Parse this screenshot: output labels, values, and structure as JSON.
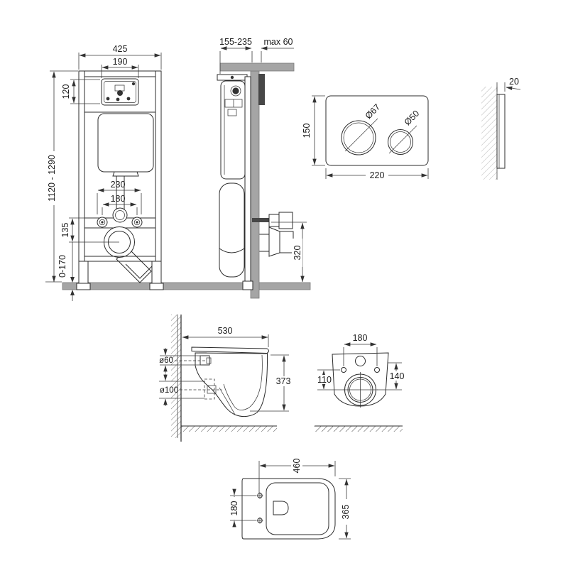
{
  "frame_front": {
    "width": "425",
    "window_width": "190",
    "window_height": "120",
    "height_range": "1120 - 1290",
    "rod_spacing_wide": "230",
    "rod_spacing": "180",
    "outlet_drop": "135",
    "floor_adjust": "0-170"
  },
  "frame_side": {
    "depth_range": "155-235",
    "finish_max": "max 60",
    "outlet_height": "320"
  },
  "flush_plate": {
    "height": "150",
    "width": "220",
    "large_button_dia": "Ø67",
    "small_button_dia": "Ø50",
    "thickness": "20"
  },
  "bowl_side": {
    "depth": "530",
    "inlet_dia": "ø60",
    "outlet_dia": "ø100",
    "height": "373"
  },
  "bowl_rear": {
    "bolt_spacing": "180",
    "outlet_offset_left": "110",
    "outlet_offset_right": "140"
  },
  "bowl_top": {
    "depth": "460",
    "seat_bolt_spacing": "180",
    "width": "365"
  }
}
